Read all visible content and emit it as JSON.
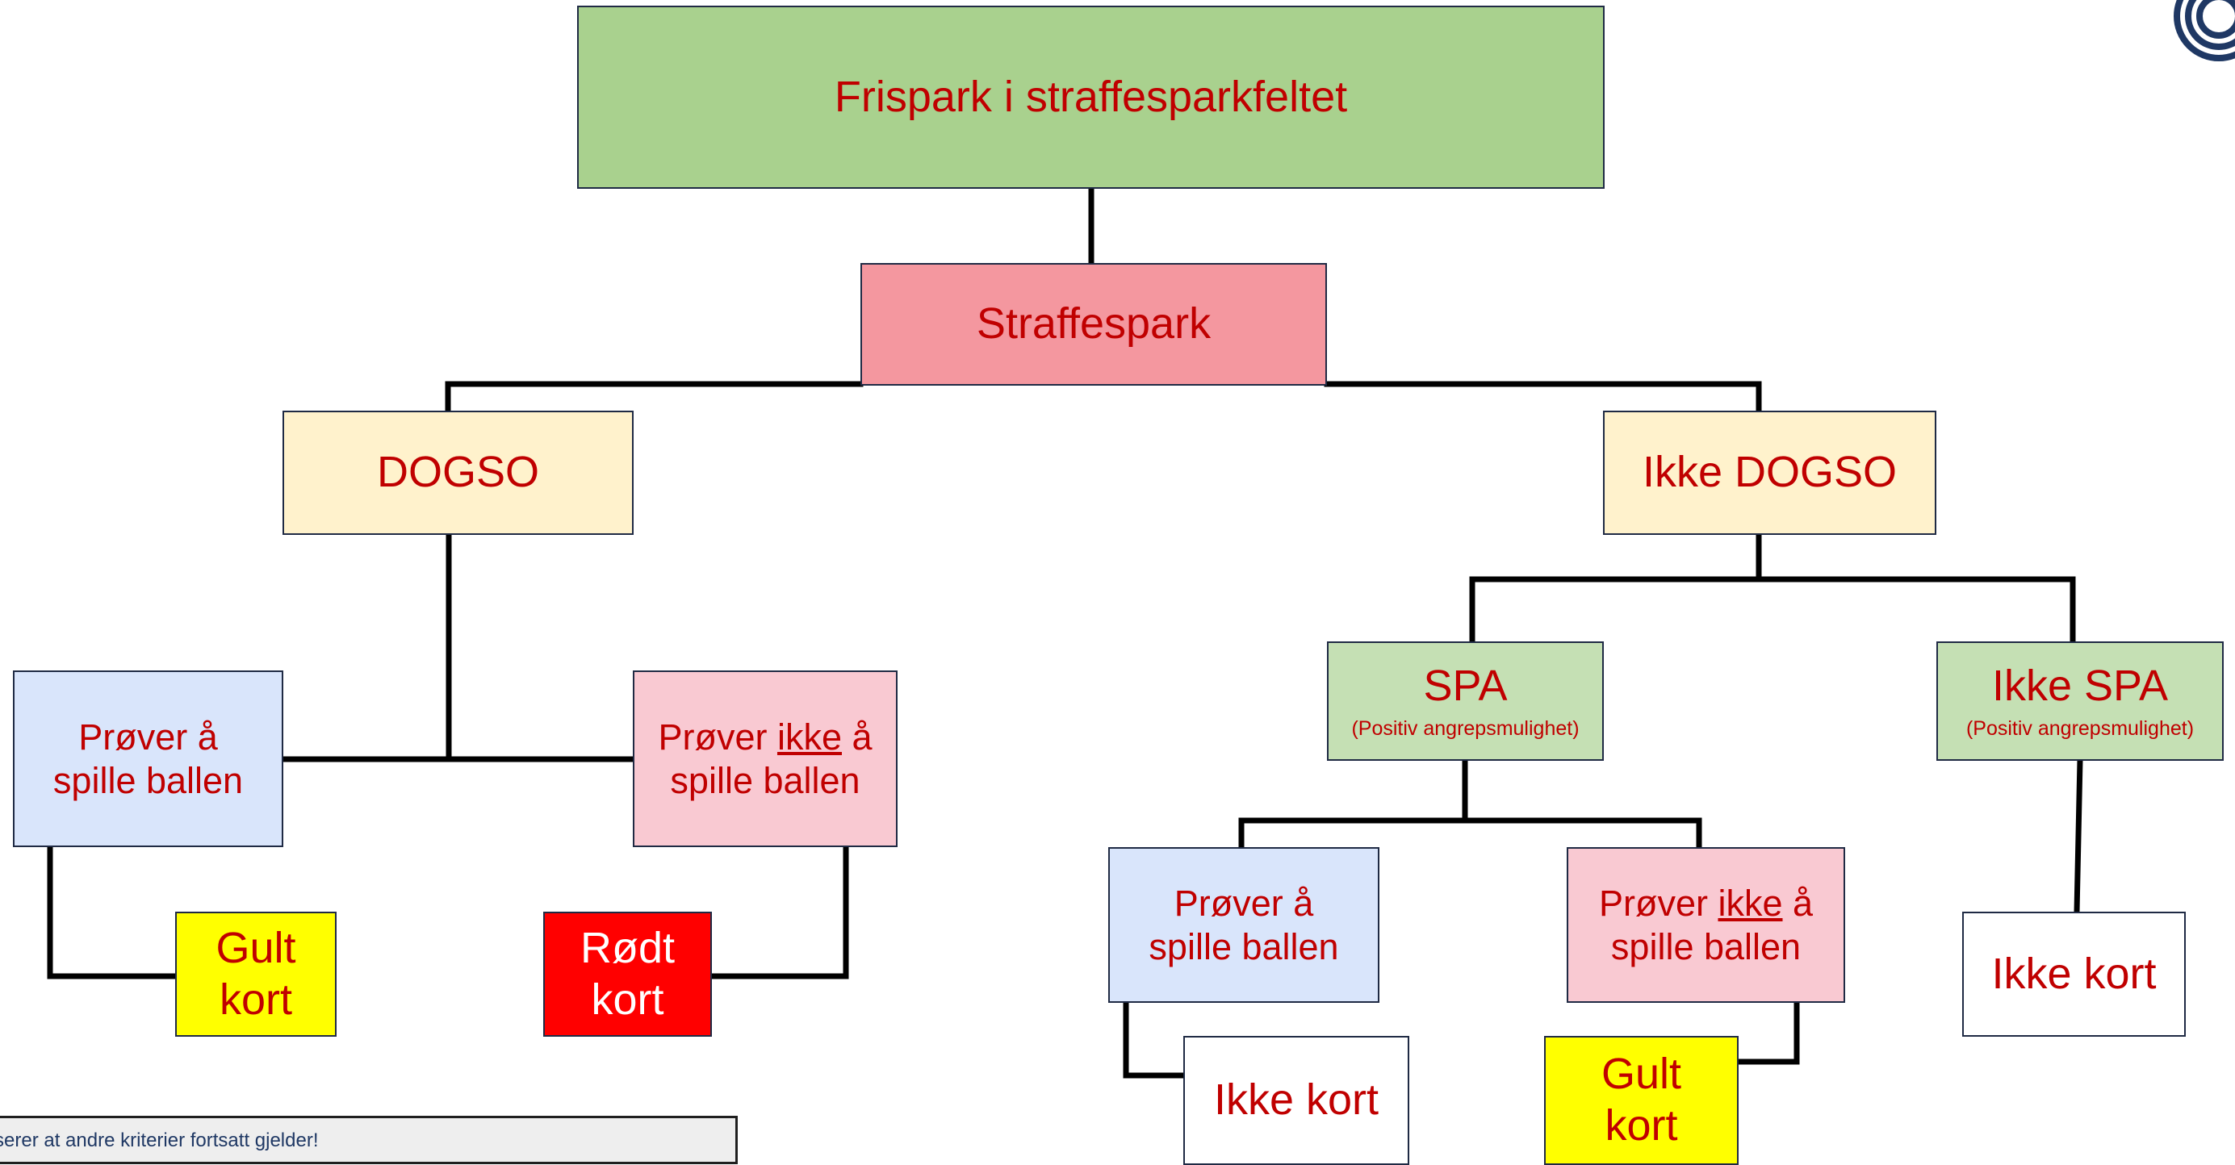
{
  "colors": {
    "green": "#a9d18e",
    "pink": "#f4979f",
    "cream": "#fff2cc",
    "blue": "#d9e5fb",
    "lightpink": "#f9c9d2",
    "lightgreen": "#c5e0b4",
    "yellow": "#ffff00",
    "red": "#ff0000",
    "text_red": "#c00000",
    "border": "#1f2a44"
  },
  "nodes": {
    "root": "Frispark i straffesparkfeltet",
    "penalty": "Straffespark",
    "dogso": "DOGSO",
    "not_dogso": "Ikke DOGSO",
    "dogso_try": {
      "line1": "Prøver å",
      "line2": "spille ballen"
    },
    "dogso_not_try": {
      "pre": "Prøver ",
      "underlined": "ikke",
      "post": " å",
      "line2": "spille ballen"
    },
    "yellow_card_1": {
      "line1": "Gult",
      "line2": "kort"
    },
    "red_card": {
      "line1": "Rødt",
      "line2": "kort"
    },
    "spa": {
      "title": "SPA",
      "subtitle": "(Positiv angrepsmulighet)"
    },
    "not_spa": {
      "title": "Ikke SPA",
      "subtitle": "(Positiv angrepsmulighet)"
    },
    "spa_try": {
      "line1": "Prøver å",
      "line2": "spille ballen"
    },
    "spa_not_try": {
      "pre": "Prøver ",
      "underlined": "ikke",
      "post": " å",
      "line2": "spille ballen"
    },
    "no_card_1": "Ikke kort",
    "yellow_card_2": {
      "line1": "Gult",
      "line2": "kort"
    },
    "no_card_2": "Ikke kort"
  },
  "note": "serer at andre kriterier fortsatt gjelder!"
}
